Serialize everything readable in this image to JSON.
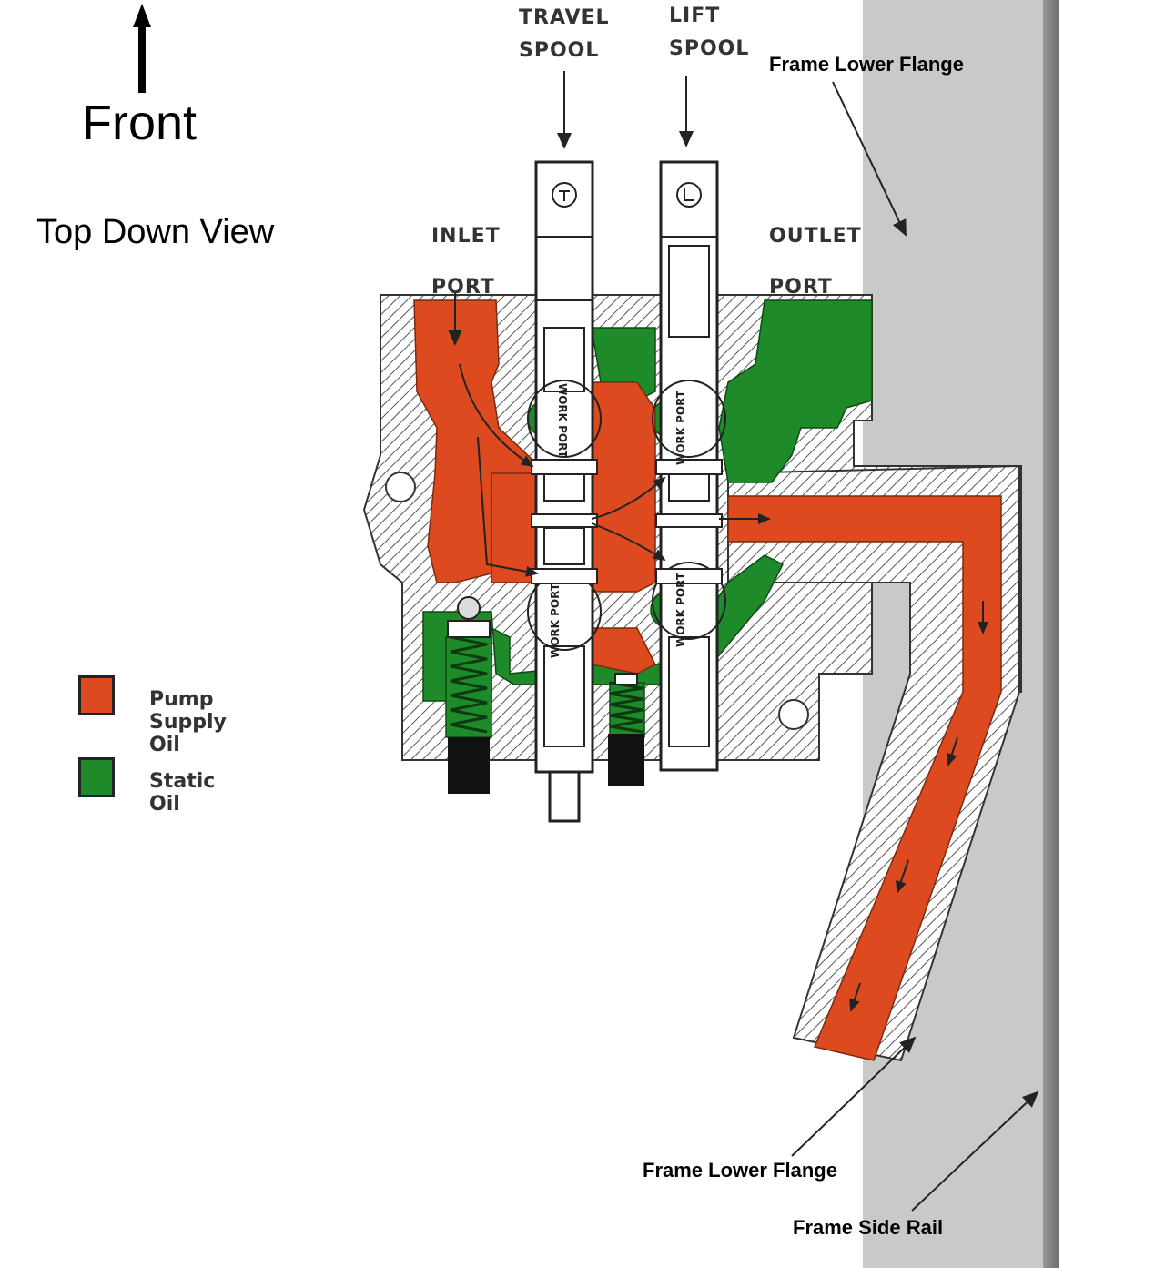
{
  "header": {
    "front_label": "Front",
    "view_label": "Top Down View"
  },
  "labels": {
    "travel_spool": [
      "TRAVEL",
      "SPOOL"
    ],
    "lift_spool": [
      "LIFT",
      "SPOOL"
    ],
    "inlet_port": [
      "INLET",
      "PORT"
    ],
    "outlet_port": [
      "OUTLET",
      "PORT"
    ],
    "work_port": "WORK PORT",
    "frame_lower_flange_top": "Frame Lower Flange",
    "frame_lower_flange_bottom": "Frame Lower Flange",
    "frame_side_rail": "Frame Side Rail"
  },
  "legend": {
    "items": [
      {
        "label": "Pump Supply Oil",
        "color": "#dd4a1f"
      },
      {
        "label": "Static Oil",
        "color": "#1f8a2a"
      }
    ]
  },
  "colors": {
    "pump_supply_oil": "#dd4a1f",
    "static_oil": "#1f8a2a",
    "frame": "#c8c8c8",
    "hatch": "#555555"
  }
}
